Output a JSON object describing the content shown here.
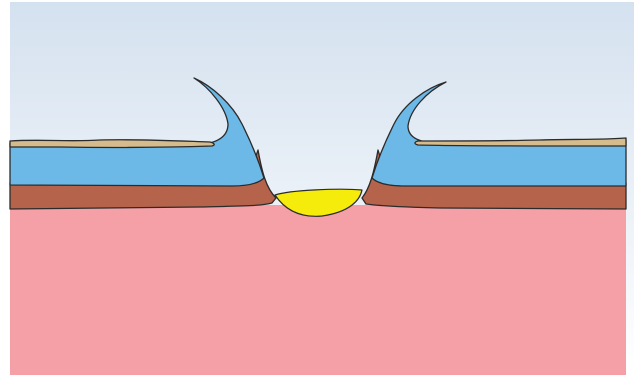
{
  "diagram": {
    "colors": {
      "sky_top": "#d4e1ef",
      "sky_bottom": "#ffffff",
      "tissue": "#f4a0a6",
      "dermis": "#b5634a",
      "epidermis": "#6cb8e6",
      "surface_layer": "#d6bb8c",
      "pit_deposit": "#f5ec0b",
      "outline": "#2b2b2b"
    },
    "layers": [
      "sky-background",
      "tissue-base",
      "left-dermis-layer",
      "right-dermis-layer",
      "left-epidermis-fold",
      "right-epidermis-fold",
      "left-surface-crust",
      "right-surface-crust",
      "pit-deposit"
    ]
  }
}
